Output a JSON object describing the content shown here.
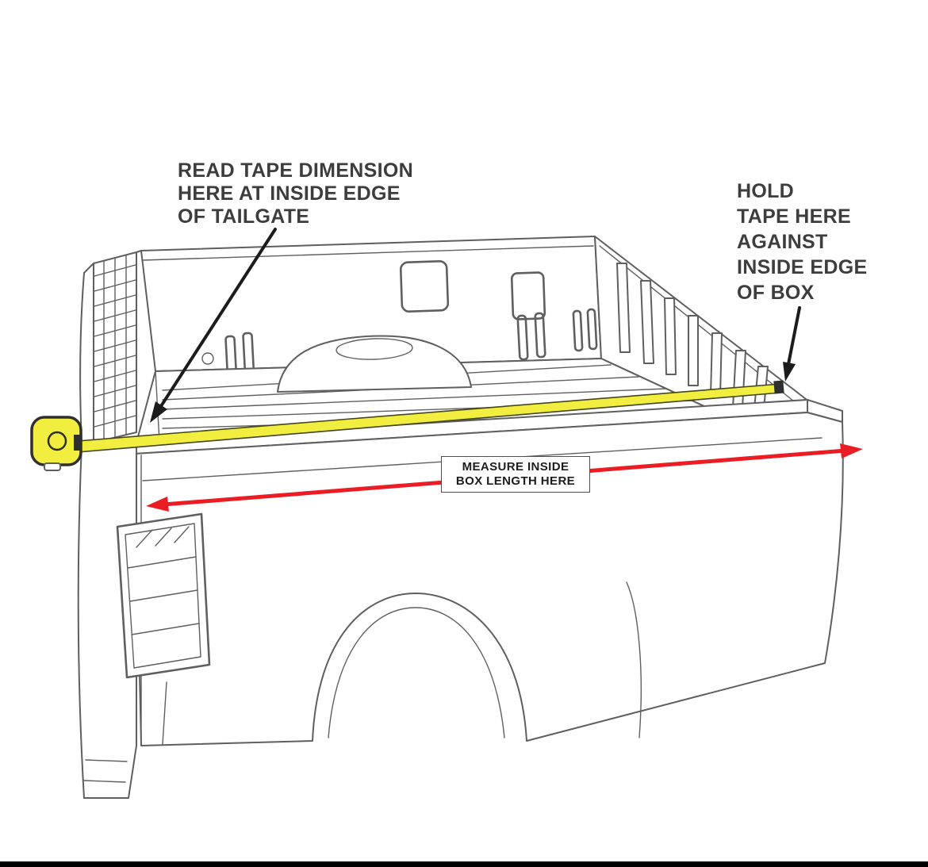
{
  "diagram": {
    "kind": "truck-bed-measurement-instructions",
    "annotations": {
      "read_tape": {
        "lines": [
          "READ TAPE DIMENSION",
          "HERE AT INSIDE EDGE",
          "OF TAILGATE"
        ]
      },
      "hold_tape": {
        "lines": [
          "HOLD",
          "TAPE HERE",
          "AGAINST",
          "INSIDE EDGE",
          "OF BOX"
        ]
      },
      "measure": {
        "lines": [
          "MEASURE INSIDE",
          "BOX LENGTH HERE"
        ]
      }
    },
    "icons": {
      "tape_measure": "tape-measure-icon",
      "red_arrow": "double-headed-measure-arrow"
    },
    "colors": {
      "line_color": "#5f5f5f",
      "tape_yellow": "#f2ee3f",
      "arrow_red": "#ec1c24",
      "annotation_text": "#3d3d3d",
      "bottom_bar": "#000000",
      "bg": "#ffffff"
    }
  }
}
